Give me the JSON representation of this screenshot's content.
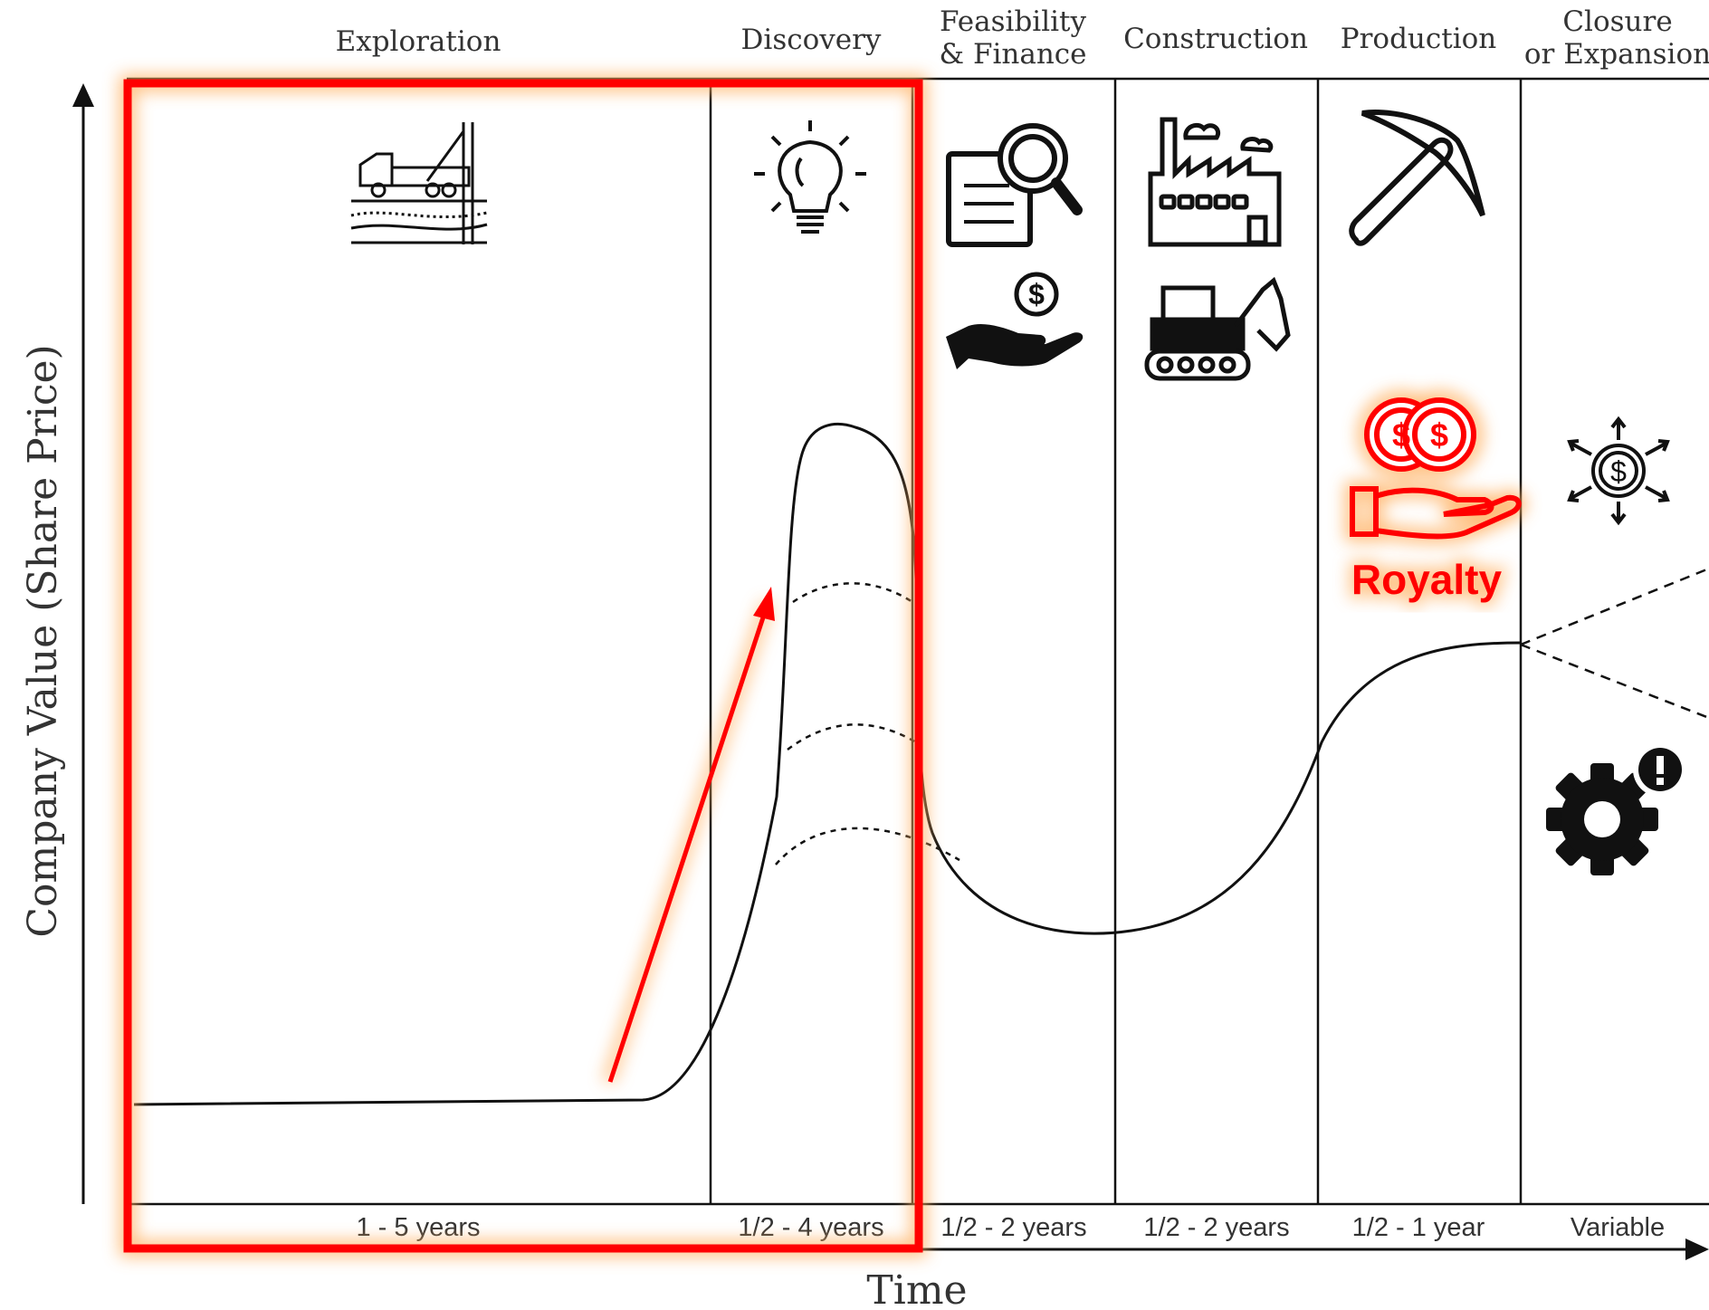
{
  "axes": {
    "y_label": "Company Value (Share Price)",
    "x_label": "Time"
  },
  "phases": [
    {
      "name": [
        "Exploration"
      ],
      "duration": "1 - 5 years"
    },
    {
      "name": [
        "Discovery"
      ],
      "duration": "1/2 - 4 years"
    },
    {
      "name": [
        "Feasibility",
        "& Finance"
      ],
      "duration": "1/2 - 2 years"
    },
    {
      "name": [
        "Construction"
      ],
      "duration": "1/2 - 2 years"
    },
    {
      "name": [
        "Production"
      ],
      "duration": "1/2 - 1 year"
    },
    {
      "name": [
        "Closure",
        "or Expansion"
      ],
      "duration": "Variable"
    }
  ],
  "icons": {
    "exploration": [
      "drill-rig-icon"
    ],
    "discovery": [
      "lightbulb-icon"
    ],
    "feasibility": [
      "document-magnifier-icon",
      "hand-coin-icon"
    ],
    "construction": [
      "factory-icon",
      "excavator-icon"
    ],
    "production": [
      "pickaxe-icon"
    ],
    "closure": [
      "dollar-arrows-icon",
      "gear-warning-icon"
    ]
  },
  "annotation": {
    "royalty_label": "Royalty",
    "royalty_icon": "royalty-coins-hand-icon",
    "highlight_color": "#ff0000",
    "glow_color": "#ffb060"
  },
  "colors": {
    "line": "#111111",
    "text": "#333333",
    "accent": "#ff0000"
  }
}
